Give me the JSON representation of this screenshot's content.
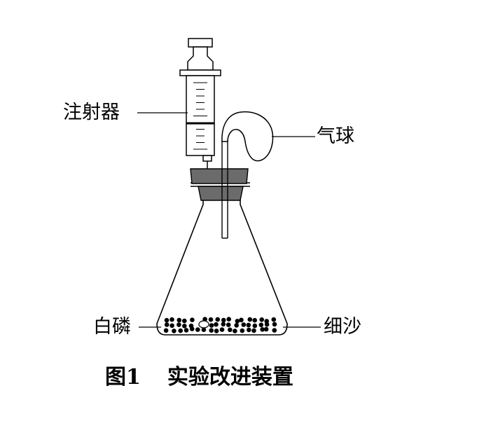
{
  "labels": {
    "syringe": "注射器",
    "balloon": "气球",
    "white_phosphorus": "白磷",
    "fine_sand": "细沙"
  },
  "caption": {
    "figure_number": "图1",
    "title": "实验改进装置"
  },
  "colors": {
    "line": "#000000",
    "stopper_fill": "#6b6b6b",
    "particle": "#000000",
    "background": "#ffffff"
  }
}
